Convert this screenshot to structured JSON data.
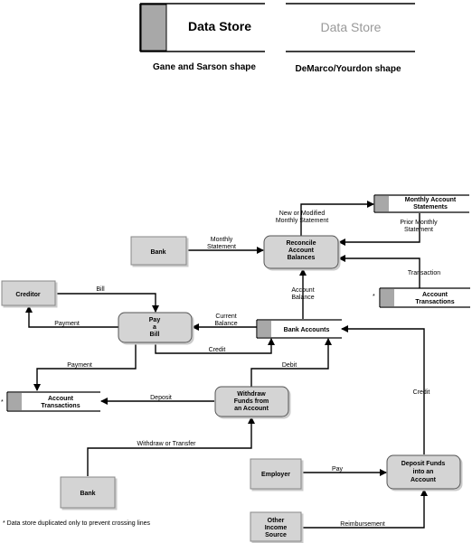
{
  "legend": {
    "gane_store_label": "Data Store",
    "gane_caption": "Gane and Sarson shape",
    "demarco_store_label": "Data Store",
    "demarco_caption": "DeMarco/Yourdon shape"
  },
  "entities": {
    "bank_top": "Bank",
    "creditor": "Creditor",
    "bank_bottom": "Bank",
    "employer": "Employer",
    "other_income": [
      "Other",
      "Income",
      "Source"
    ]
  },
  "processes": {
    "reconcile": [
      "Reconcile",
      "Account",
      "Balances"
    ],
    "pay_bill": [
      "Pay",
      "a",
      "Bill"
    ],
    "withdraw": [
      "Withdraw",
      "Funds from",
      "an Account"
    ],
    "deposit": [
      "Deposit Funds",
      "into an",
      "Account"
    ]
  },
  "stores": {
    "monthly_statements": [
      "Monthly Account",
      "Statements"
    ],
    "account_transactions_right": [
      "Account",
      "Transactions"
    ],
    "bank_accounts": "Bank Accounts",
    "account_transactions_left": [
      "Account",
      "Transactions"
    ],
    "asterisk": "*"
  },
  "flows": {
    "monthly_statement": [
      "Monthly",
      "Statement"
    ],
    "new_or_modified": [
      "New or Modified",
      "Monthly Statement"
    ],
    "prior_monthly": [
      "Prior Monthly",
      "Statement"
    ],
    "transaction": "Transaction",
    "bill": "Bill",
    "account_balance": [
      "Account",
      "Balance"
    ],
    "current_balance": [
      "Current",
      "Balance"
    ],
    "payment_top": "Payment",
    "credit_pay": "Credit",
    "payment_down": "Payment",
    "debit": "Debit",
    "deposit": "Deposit",
    "credit_right": "Credit",
    "withdraw_or_transfer": "Withdraw or Transfer",
    "pay": "Pay",
    "reimbursement": "Reimbursement"
  },
  "footnote": "* Data store duplicated only to prevent crossing lines",
  "colors": {
    "box_fill": "#d4d4d4",
    "store_tab": "#a8a8a8",
    "line": "#000000"
  }
}
